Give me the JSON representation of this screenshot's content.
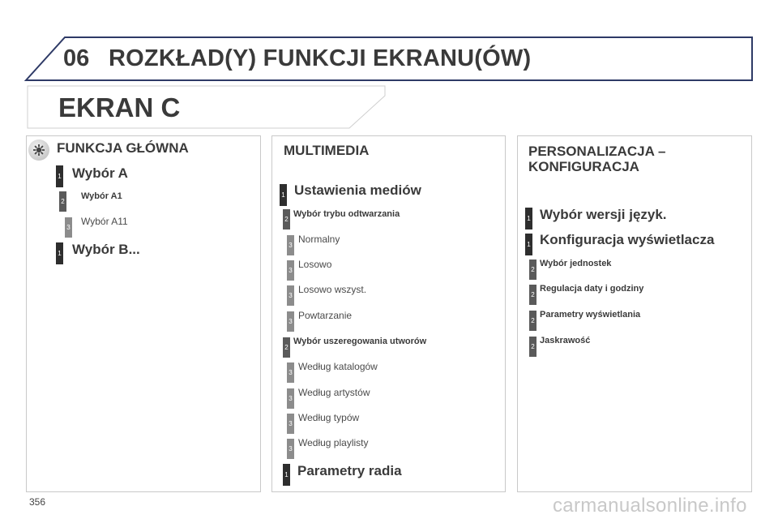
{
  "header": {
    "chapter_number": "06",
    "chapter_title": "ROZKŁAD(Y) FUNKCJI EKRANU(ÓW)"
  },
  "screen": {
    "title": "EKRAN C"
  },
  "panels": [
    {
      "title": "FUNKCJA GŁÓWNA",
      "icon": "gear-icon",
      "items": [
        {
          "level": "1",
          "label": "Wybór A"
        },
        {
          "level": "2",
          "label": "Wybór A1"
        },
        {
          "level": "3",
          "label": "Wybór A11"
        },
        {
          "level": "1",
          "label": "Wybór B..."
        }
      ]
    },
    {
      "title": "MULTIMEDIA",
      "items": [
        {
          "level": "1",
          "label": "Ustawienia mediów"
        },
        {
          "level": "2",
          "label": "Wybór trybu odtwarzania"
        },
        {
          "level": "3",
          "label": "Normalny"
        },
        {
          "level": "3",
          "label": "Losowo"
        },
        {
          "level": "3",
          "label": "Losowo wszyst."
        },
        {
          "level": "3",
          "label": "Powtarzanie"
        },
        {
          "level": "2",
          "label": "Wybór uszeregowania utworów"
        },
        {
          "level": "3",
          "label": "Według katalogów"
        },
        {
          "level": "3",
          "label": "Według artystów"
        },
        {
          "level": "3",
          "label": "Według typów"
        },
        {
          "level": "3",
          "label": "Według playlisty"
        },
        {
          "level": "1",
          "label": "Parametry radia"
        }
      ]
    },
    {
      "title_line1": "PERSONALIZACJA –",
      "title_line2": "KONFIGURACJA",
      "items": [
        {
          "level": "1",
          "label": "Wybór wersji język."
        },
        {
          "level": "1",
          "label": "Konfiguracja wyświetlacza"
        },
        {
          "level": "2",
          "label": "Wybór jednostek"
        },
        {
          "level": "2",
          "label": "Regulacja daty i godziny"
        },
        {
          "level": "2",
          "label": "Parametry wyświetlania"
        },
        {
          "level": "2",
          "label": "Jaskrawość"
        }
      ]
    }
  ],
  "footer": {
    "page_number": "356",
    "watermark": "carmanualsonline.info"
  }
}
